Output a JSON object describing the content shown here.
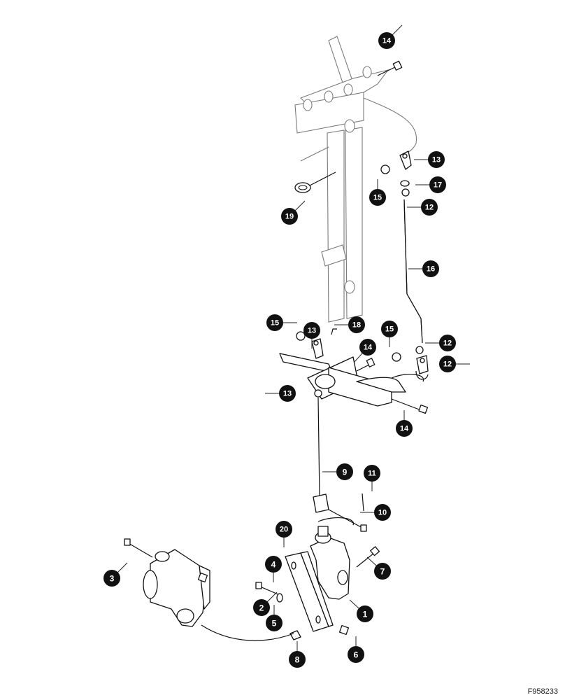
{
  "figure_id": "F958233",
  "callouts": [
    {
      "num": "14",
      "leader": "up-right"
    },
    {
      "num": "13",
      "leader": "left"
    },
    {
      "num": "17",
      "leader": "left"
    },
    {
      "num": "12",
      "leader": "left"
    },
    {
      "num": "15",
      "leader": "up"
    },
    {
      "num": "19",
      "leader": "up-right"
    },
    {
      "num": "16",
      "leader": "left"
    },
    {
      "num": "15",
      "leader": "right"
    },
    {
      "num": "13",
      "leader": "down"
    },
    {
      "num": "18",
      "leader": "left"
    },
    {
      "num": "14",
      "leader": "down-left"
    },
    {
      "num": "15",
      "leader": "down"
    },
    {
      "num": "12",
      "leader": "left"
    },
    {
      "num": "13",
      "leader": "left"
    },
    {
      "num": "12",
      "leader": "right"
    },
    {
      "num": "14",
      "leader": "up"
    },
    {
      "num": "9",
      "leader": "left"
    },
    {
      "num": "11",
      "leader": "down"
    },
    {
      "num": "10",
      "leader": "left"
    },
    {
      "num": "20",
      "leader": "down"
    },
    {
      "num": "7",
      "leader": "up-left"
    },
    {
      "num": "3",
      "leader": "up-right"
    },
    {
      "num": "4",
      "leader": "down"
    },
    {
      "num": "2",
      "leader": "up-right"
    },
    {
      "num": "5",
      "leader": "up"
    },
    {
      "num": "1",
      "leader": "up-left"
    },
    {
      "num": "8",
      "leader": "up"
    },
    {
      "num": "6",
      "leader": "up"
    }
  ]
}
